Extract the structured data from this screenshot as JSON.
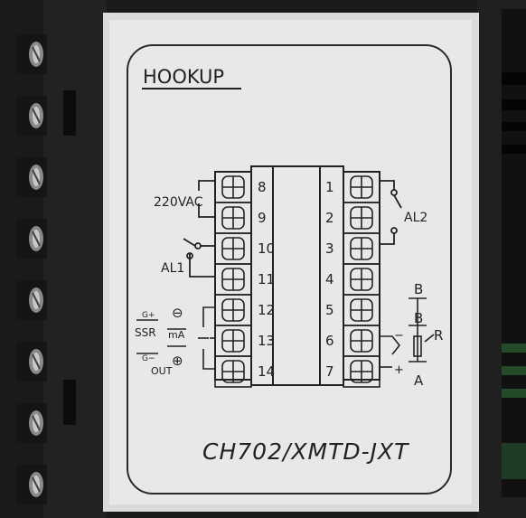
{
  "label": {
    "title": "HOOKUP",
    "model": "CH702/XMTD-JXT",
    "left_terminals": [
      "8",
      "9",
      "10",
      "11",
      "12",
      "13",
      "14"
    ],
    "right_terminals": [
      "1",
      "2",
      "3",
      "4",
      "5",
      "6",
      "7"
    ],
    "power": "220VAC",
    "alarm1": "AL1",
    "alarm2": "AL2",
    "ssr_g_plus": "G+",
    "ssr": "SSR",
    "ssr_g_minus": "G−",
    "out": "OUT",
    "minus_symbol": "⊖",
    "ma": "mA",
    "plus_symbol": "⊕",
    "rtd_b1": "B",
    "rtd_b2": "B",
    "rtd_r": "R",
    "rtd_a": "A",
    "tc_plus": "+",
    "tc_minus": "−"
  },
  "colors": {
    "panel": "#e7e9e8",
    "housing": "#1c1c1c",
    "ink": "#222222"
  }
}
